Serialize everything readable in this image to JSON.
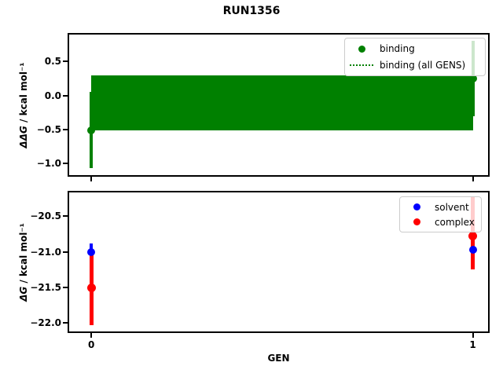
{
  "figure": {
    "title": "RUN1356",
    "background": "#ffffff"
  },
  "colors": {
    "binding": "#008000",
    "solvent": "#0000ff",
    "complex": "#ff0000",
    "axes": "#000000",
    "legend_edge": "#cccccc"
  },
  "chart_data": [
    {
      "panel": "relative-binding-free-energy",
      "type": "scatter",
      "ylabel_math": "ΔΔG",
      "ylabel_rest": " / kcal mol⁻¹",
      "xlim": [
        -0.058,
        1.04
      ],
      "ylim": [
        -1.17,
        0.897
      ],
      "yticks": [
        {
          "value": 0.5,
          "label": "0.5"
        },
        {
          "value": 0.0,
          "label": "0.0"
        },
        {
          "value": -0.5,
          "label": "−0.5"
        },
        {
          "value": -1.0,
          "label": "−1.0"
        }
      ],
      "xticks": [
        {
          "value": 0,
          "label": ""
        },
        {
          "value": 1,
          "label": ""
        }
      ],
      "band": {
        "name": "binding (all GENS)",
        "x": [
          0,
          1
        ],
        "y_top": 0.3,
        "y_bottom": -0.51,
        "color": "#008000"
      },
      "series": [
        {
          "name": "binding",
          "color": "#008000",
          "x": [
            0,
            1
          ],
          "y": [
            -0.51,
            0.25
          ],
          "err_lo": [
            -1.07,
            -0.3
          ],
          "err_hi": [
            0.05,
            0.8
          ]
        }
      ],
      "legend": {
        "position": "upper right",
        "entries": [
          {
            "label": "binding",
            "marker": "dot",
            "color": "#008000"
          },
          {
            "label": "binding (all GENS)",
            "marker": "dotted-line",
            "color": "#008000"
          }
        ]
      }
    },
    {
      "panel": "absolute-free-energy",
      "type": "scatter",
      "xlabel": "GEN",
      "ylabel_math": "ΔG",
      "ylabel_rest": " / kcal mol⁻¹",
      "xlim": [
        -0.058,
        1.04
      ],
      "ylim": [
        -22.116,
        -20.164
      ],
      "yticks": [
        {
          "value": -20.5,
          "label": "−20.5"
        },
        {
          "value": -21.0,
          "label": "−21.0"
        },
        {
          "value": -21.5,
          "label": "−21.5"
        },
        {
          "value": -22.0,
          "label": "−22.0"
        }
      ],
      "xticks": [
        {
          "value": 0,
          "label": "0"
        },
        {
          "value": 1,
          "label": "1"
        }
      ],
      "series": [
        {
          "name": "solvent",
          "color": "#0000ff",
          "x": [
            0,
            1
          ],
          "y": [
            -21.0,
            -20.97
          ],
          "err_lo": [
            -21.12,
            -21.13
          ],
          "err_hi": [
            -20.88,
            -20.81
          ]
        },
        {
          "name": "complex",
          "color": "#ff0000",
          "x": [
            0,
            1
          ],
          "y": [
            -21.5,
            -20.78
          ],
          "err_lo": [
            -22.03,
            -21.24
          ],
          "err_hi": [
            -20.97,
            -20.22
          ]
        }
      ],
      "legend": {
        "position": "upper right",
        "entries": [
          {
            "label": "solvent",
            "marker": "dot",
            "color": "#0000ff"
          },
          {
            "label": "complex",
            "marker": "dot",
            "color": "#ff0000"
          }
        ]
      }
    }
  ]
}
